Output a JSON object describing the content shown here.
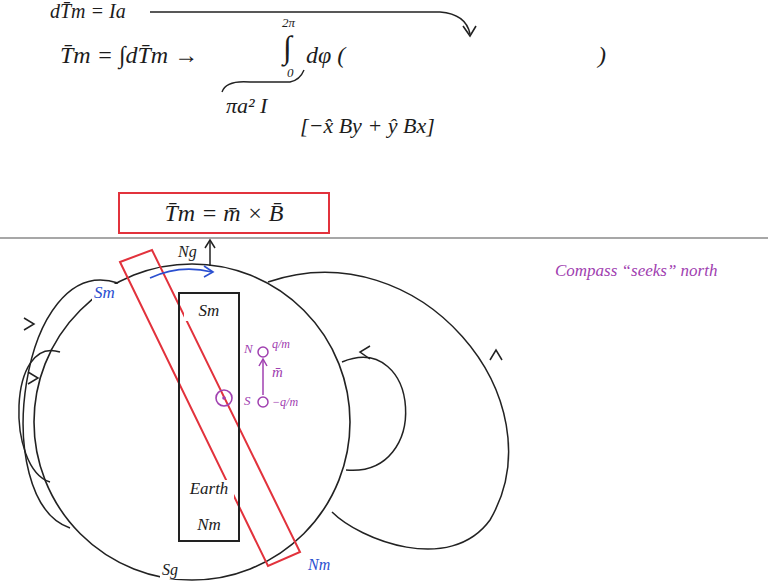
{
  "diagram": {
    "nodes": [
      {
        "text": [
          "T̄m = m̄ × B̄"
        ]
      },
      {
        "text": [
          "Sm",
          "Earth",
          "Nm"
        ]
      }
    ],
    "labels": [
      "dT̄m = Ia",
      "T̄m = ∫dT̄m →",
      "2π",
      "∫",
      "0",
      "dφ (",
      ")",
      "πa² I",
      "[−x̂ By + ŷ Bx]",
      "Compass “seeks” north",
      "Ng",
      "Sm",
      "N",
      "q/m",
      "m̄",
      "S",
      "−q/m",
      "Nm",
      "Sg"
    ]
  }
}
